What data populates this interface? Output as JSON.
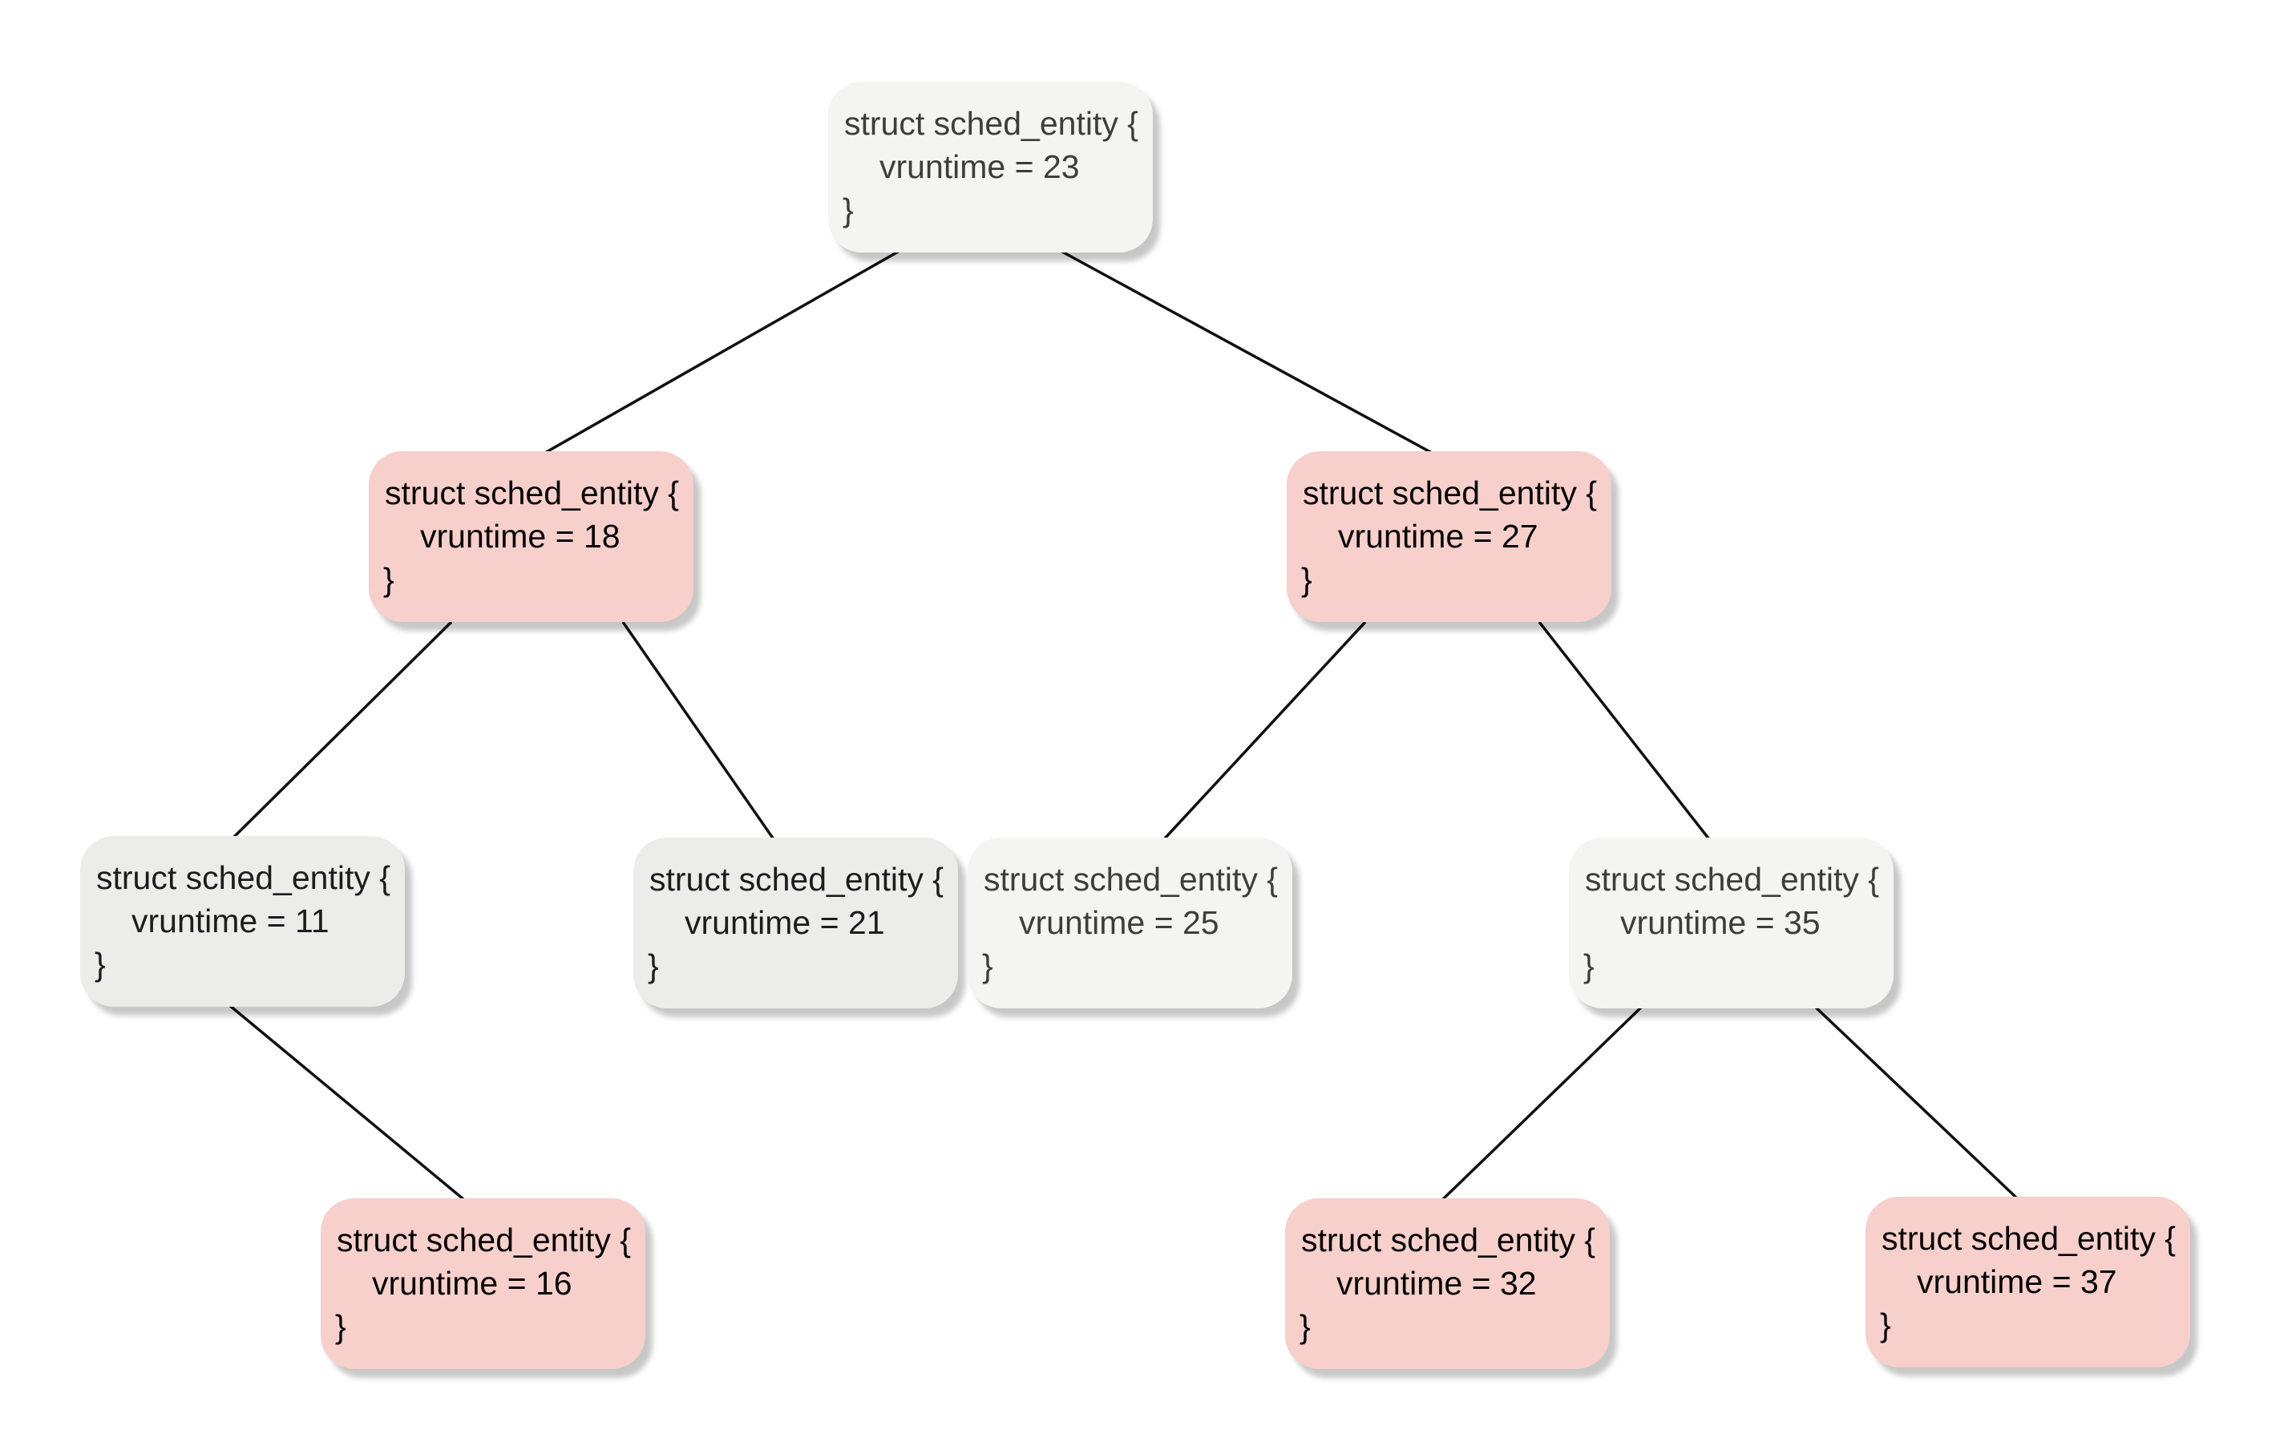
{
  "diagram": {
    "type": "binary-tree",
    "description": "Tree of struct sched_entity nodes keyed by vruntime (red-black tree style: pink and gray nodes)"
  },
  "nodes": [
    {
      "id": "23",
      "line1": "struct sched_entity {",
      "line2": "vruntime = 23",
      "line3": "}",
      "vruntime": 23,
      "style": "gray-light"
    },
    {
      "id": "18",
      "line1": "struct sched_entity {",
      "line2": "vruntime = 18",
      "line3": "}",
      "vruntime": 18,
      "style": "pink"
    },
    {
      "id": "27",
      "line1": "struct sched_entity {",
      "line2": "vruntime = 27",
      "line3": "}",
      "vruntime": 27,
      "style": "pink"
    },
    {
      "id": "11",
      "line1": "struct sched_entity {",
      "line2": "vruntime = 11",
      "line3": "}",
      "vruntime": 11,
      "style": "gray-mid"
    },
    {
      "id": "21",
      "line1": "struct sched_entity {",
      "line2": "vruntime = 21",
      "line3": "}",
      "vruntime": 21,
      "style": "gray-mid"
    },
    {
      "id": "25",
      "line1": "struct sched_entity {",
      "line2": "vruntime = 25",
      "line3": "}",
      "vruntime": 25,
      "style": "gray-light"
    },
    {
      "id": "35",
      "line1": "struct sched_entity {",
      "line2": "vruntime = 35",
      "line3": "}",
      "vruntime": 35,
      "style": "gray-light"
    },
    {
      "id": "16",
      "line1": "struct sched_entity {",
      "line2": "vruntime = 16",
      "line3": "}",
      "vruntime": 16,
      "style": "pink"
    },
    {
      "id": "32",
      "line1": "struct sched_entity {",
      "line2": "vruntime = 32",
      "line3": "}",
      "vruntime": 32,
      "style": "pink"
    },
    {
      "id": "37",
      "line1": "struct sched_entity {",
      "line2": "vruntime = 37",
      "line3": "}",
      "vruntime": 37,
      "style": "pink"
    }
  ],
  "edges": [
    {
      "from": "23",
      "to": "18",
      "side": "left"
    },
    {
      "from": "23",
      "to": "27",
      "side": "right"
    },
    {
      "from": "18",
      "to": "11",
      "side": "left"
    },
    {
      "from": "18",
      "to": "21",
      "side": "right"
    },
    {
      "from": "27",
      "to": "25",
      "side": "left"
    },
    {
      "from": "27",
      "to": "35",
      "side": "right"
    },
    {
      "from": "11",
      "to": "16",
      "side": "right"
    },
    {
      "from": "35",
      "to": "32",
      "side": "left"
    },
    {
      "from": "35",
      "to": "37",
      "side": "right"
    }
  ],
  "colors": {
    "node_pink": "#f7cfcb",
    "node_gray_light": "#f4f4f2",
    "node_gray_mid": "#ececea",
    "edge_line": "#111111",
    "background": "#ffffff"
  }
}
